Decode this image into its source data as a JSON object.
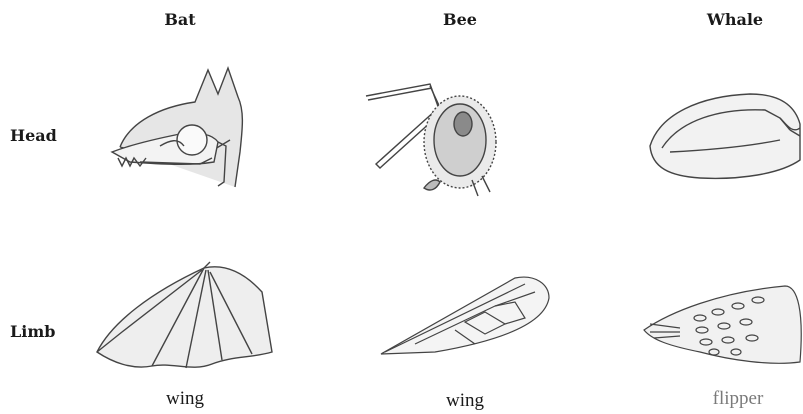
{
  "columns": {
    "bat": "Bat",
    "bee": "Bee",
    "whale": "Whale"
  },
  "rows": {
    "head": "Head",
    "limb": "Limb"
  },
  "captions": {
    "bat": "wing",
    "bee": "wing",
    "whale": "flipper"
  }
}
